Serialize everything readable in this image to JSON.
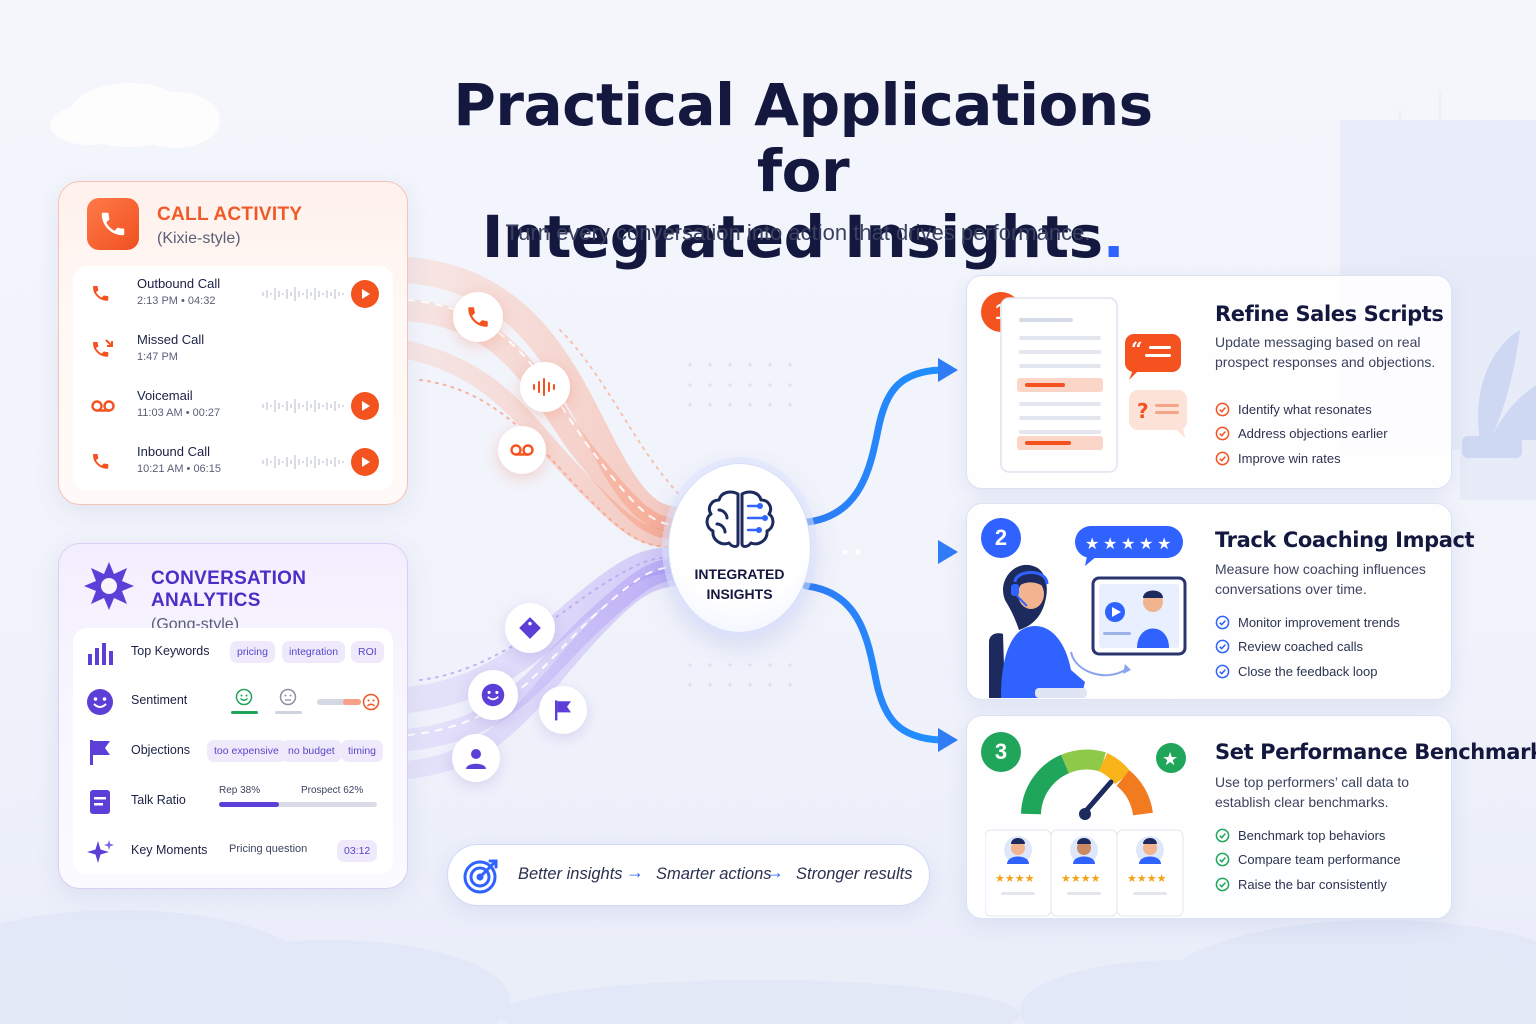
{
  "header": {
    "title_line1": "Practical Applications for",
    "title_line2": "Integrated Insights",
    "title_dot": ".",
    "subtitle": "Turn every conversation into action that drives performance."
  },
  "call_activity": {
    "title": "CALL ACTIVITY",
    "subtitle": "(Kixie-style)",
    "calls": [
      {
        "type": "Outbound Call",
        "meta": "2:13 PM  •  04:32",
        "icon": "phone-outgoing-icon",
        "has_audio": true
      },
      {
        "type": "Missed Call",
        "meta": "1:47 PM",
        "icon": "phone-missed-icon",
        "has_audio": false
      },
      {
        "type": "Voicemail",
        "meta": "11:03 AM  •  00:27",
        "icon": "voicemail-icon",
        "has_audio": true
      },
      {
        "type": "Inbound Call",
        "meta": "10:21 AM  •  06:15",
        "icon": "phone-incoming-icon",
        "has_audio": true
      }
    ]
  },
  "conversation_analytics": {
    "title": "CONVERSATION ANALYTICS",
    "subtitle": "(Gong-style)",
    "rows": {
      "keywords": {
        "label": "Top Keywords",
        "chips": [
          "pricing",
          "integration",
          "ROI"
        ]
      },
      "sentiment": {
        "label": "Sentiment"
      },
      "objections": {
        "label": "Objections",
        "chips": [
          "too expensive",
          "no budget",
          "timing"
        ]
      },
      "talk_ratio": {
        "label": "Talk Ratio",
        "rep": "Rep 38%",
        "prospect": "Prospect 62%",
        "rep_fraction": 0.38
      },
      "key_moments": {
        "label": "Key Moments",
        "moment": "Pricing question",
        "time": "03:12"
      }
    }
  },
  "core": {
    "line1": "INTEGRATED",
    "line2": "INSIGHTS"
  },
  "flow": {
    "step1": "Better insights",
    "step2": "Smarter actions",
    "step3": "Stronger results",
    "arrow": "→"
  },
  "outcomes": [
    {
      "number": "1",
      "title": "Refine Sales Scripts",
      "description": "Update messaging based on real prospect responses and objections.",
      "bullets": [
        "Identify what resonates",
        "Address objections earlier",
        "Improve win rates"
      ]
    },
    {
      "number": "2",
      "title": "Track Coaching Impact",
      "description": "Measure how coaching influences conversations over time.",
      "bullets": [
        "Monitor improvement trends",
        "Review coached calls",
        "Close the feedback loop"
      ]
    },
    {
      "number": "3",
      "title": "Set Performance Benchmarks",
      "description": "Use top performers’ call data to establish clear benchmarks.",
      "bullets": [
        "Benchmark top behaviors",
        "Compare team performance",
        "Raise the bar consistently"
      ]
    }
  ],
  "colors": {
    "orange": "#f4521f",
    "purple": "#5b3fd6",
    "blue": "#2f62ff",
    "green": "#1fa65a",
    "navy": "#14183e"
  }
}
